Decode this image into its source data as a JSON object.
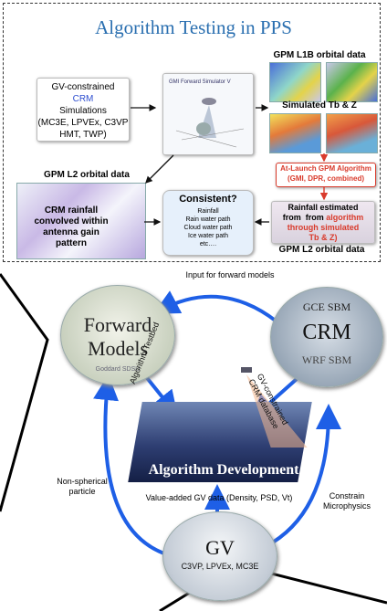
{
  "top": {
    "title": "Algorithm Testing in PPS",
    "gv_box": {
      "line1": "GV-constrained",
      "crm": "CRM",
      "line2": "Simulations",
      "line3": "(MC3E, LPVEx, C3VP",
      "line4": "HMT, TWP)"
    },
    "simulator_label": "GMI Forward Simulator V",
    "l1b_header": "GPM L1B orbital data",
    "sim_tb_label": "Simulated Tb & Z",
    "l2_header_left": "GPM L2 orbital data",
    "crm_rain": [
      "CRM rainfall",
      "convolved within",
      "antenna gain",
      "pattern"
    ],
    "consistent": {
      "title": "Consistent?",
      "items": [
        "Rainfall",
        "Rain water path",
        "Cloud water path",
        "Ice water path",
        "etc…."
      ]
    },
    "at_launch": {
      "line1": "At-Launch GPM Algorithm",
      "line2": "(GMI, DPR, combined)"
    },
    "rain_est": {
      "line1": "Rainfall estimated",
      "line2a": "from",
      "line2b": "algorithm",
      "line3": "through simulated",
      "line4": "Tb & Z)"
    },
    "l2_header_right": "GPM L2 orbital data"
  },
  "bottom": {
    "input_label": "Input for forward models",
    "forward": {
      "word1": "Forward",
      "word2": "Models",
      "caption": "Goddard SDSU"
    },
    "crm": {
      "top": "GCE SBM",
      "main": "CRM",
      "bottom": "WRF SBM"
    },
    "testbed": "Algorithm Testbed",
    "gv_db": [
      "GV-constrained",
      "CRM database"
    ],
    "alg_dev": "Algorithm Development",
    "non_spherical": [
      "Non-spherical",
      "particle"
    ],
    "value_added": "Value-added GV data (Density, PSD, Vt)",
    "constrain": [
      "Constrain",
      "Microphysics"
    ],
    "gv": {
      "main": "GV",
      "sub": "C3VP, LPVEx, MC3E"
    }
  },
  "colors": {
    "title_blue": "#2a6fb0",
    "arrow_blue": "#1e5fe6",
    "red": "#d93a2b"
  }
}
